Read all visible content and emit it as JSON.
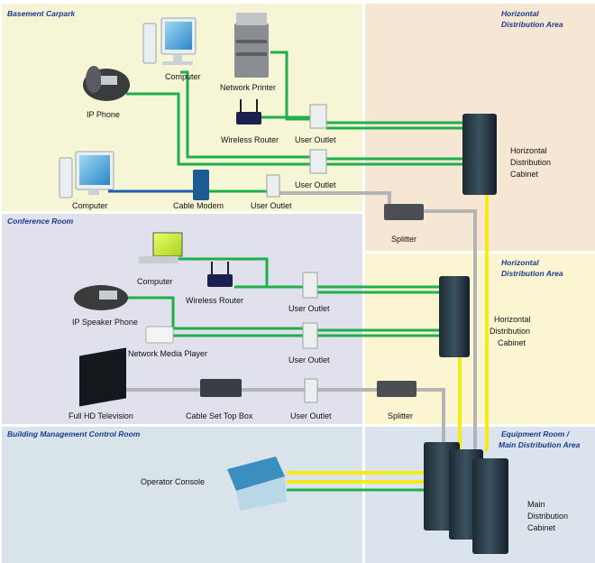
{
  "zones": {
    "basement": {
      "title": "Basement Carpark"
    },
    "conference": {
      "title": "Conference Room"
    },
    "bmcr": {
      "title": "Building Management Control Room"
    },
    "hda1": {
      "title_line1": "Horizontal",
      "title_line2": "Distribution Area"
    },
    "hda2": {
      "title_line1": "Horizontal",
      "title_line2": "Distribution Area"
    },
    "er": {
      "title_line1": "Equipment Room /",
      "title_line2": "Main Distribution Area"
    }
  },
  "devices": {
    "computer_top": "Computer",
    "network_printer": "Network Printer",
    "ip_phone": "IP Phone",
    "wireless_router_1": "Wireless Router",
    "user_outlet_1": "User Outlet",
    "user_outlet_2": "User Outlet",
    "computer_basement": "Computer",
    "cable_modem": "Cable Modem",
    "user_outlet_3": "User Outlet",
    "splitter_1": "Splitter",
    "hdc1": {
      "line1": "Horizontal",
      "line2": "Distribution",
      "line3": "Cabinet"
    },
    "laptop": "Computer",
    "wireless_router_2": "Wireless Router",
    "user_outlet_4": "User Outlet",
    "ip_speaker_phone": "IP Speaker Phone",
    "media_player": "Network Media Player",
    "user_outlet_5": "User Outlet",
    "hdc2": {
      "line1": "Horizontal",
      "line2": "Distribution",
      "line3": "Cabinet"
    },
    "tv": "Full HD Television",
    "set_top_box": "Cable Set Top Box",
    "user_outlet_6": "User Outlet",
    "splitter_2": "Splitter",
    "operator_console": "Operator Console",
    "mdc": {
      "line1": "Main",
      "line2": "Distribution",
      "line3": "Cabinet"
    }
  },
  "colors": {
    "basement_bg": "#f6f5d6",
    "conference_bg": "#e1e1ee",
    "bmcr_bg": "#d9e3ea",
    "hda1_bg": "#f6e6d4",
    "hda2_bg": "#fcf5d2",
    "er_bg": "#dbe4ec",
    "copper_cable": "#1faf4b",
    "coax_cable": "#b4b4b4",
    "fiber_cable": "#f6ea14",
    "phone_cable": "#1d5fae",
    "zone_title": "#1a3a8c"
  }
}
